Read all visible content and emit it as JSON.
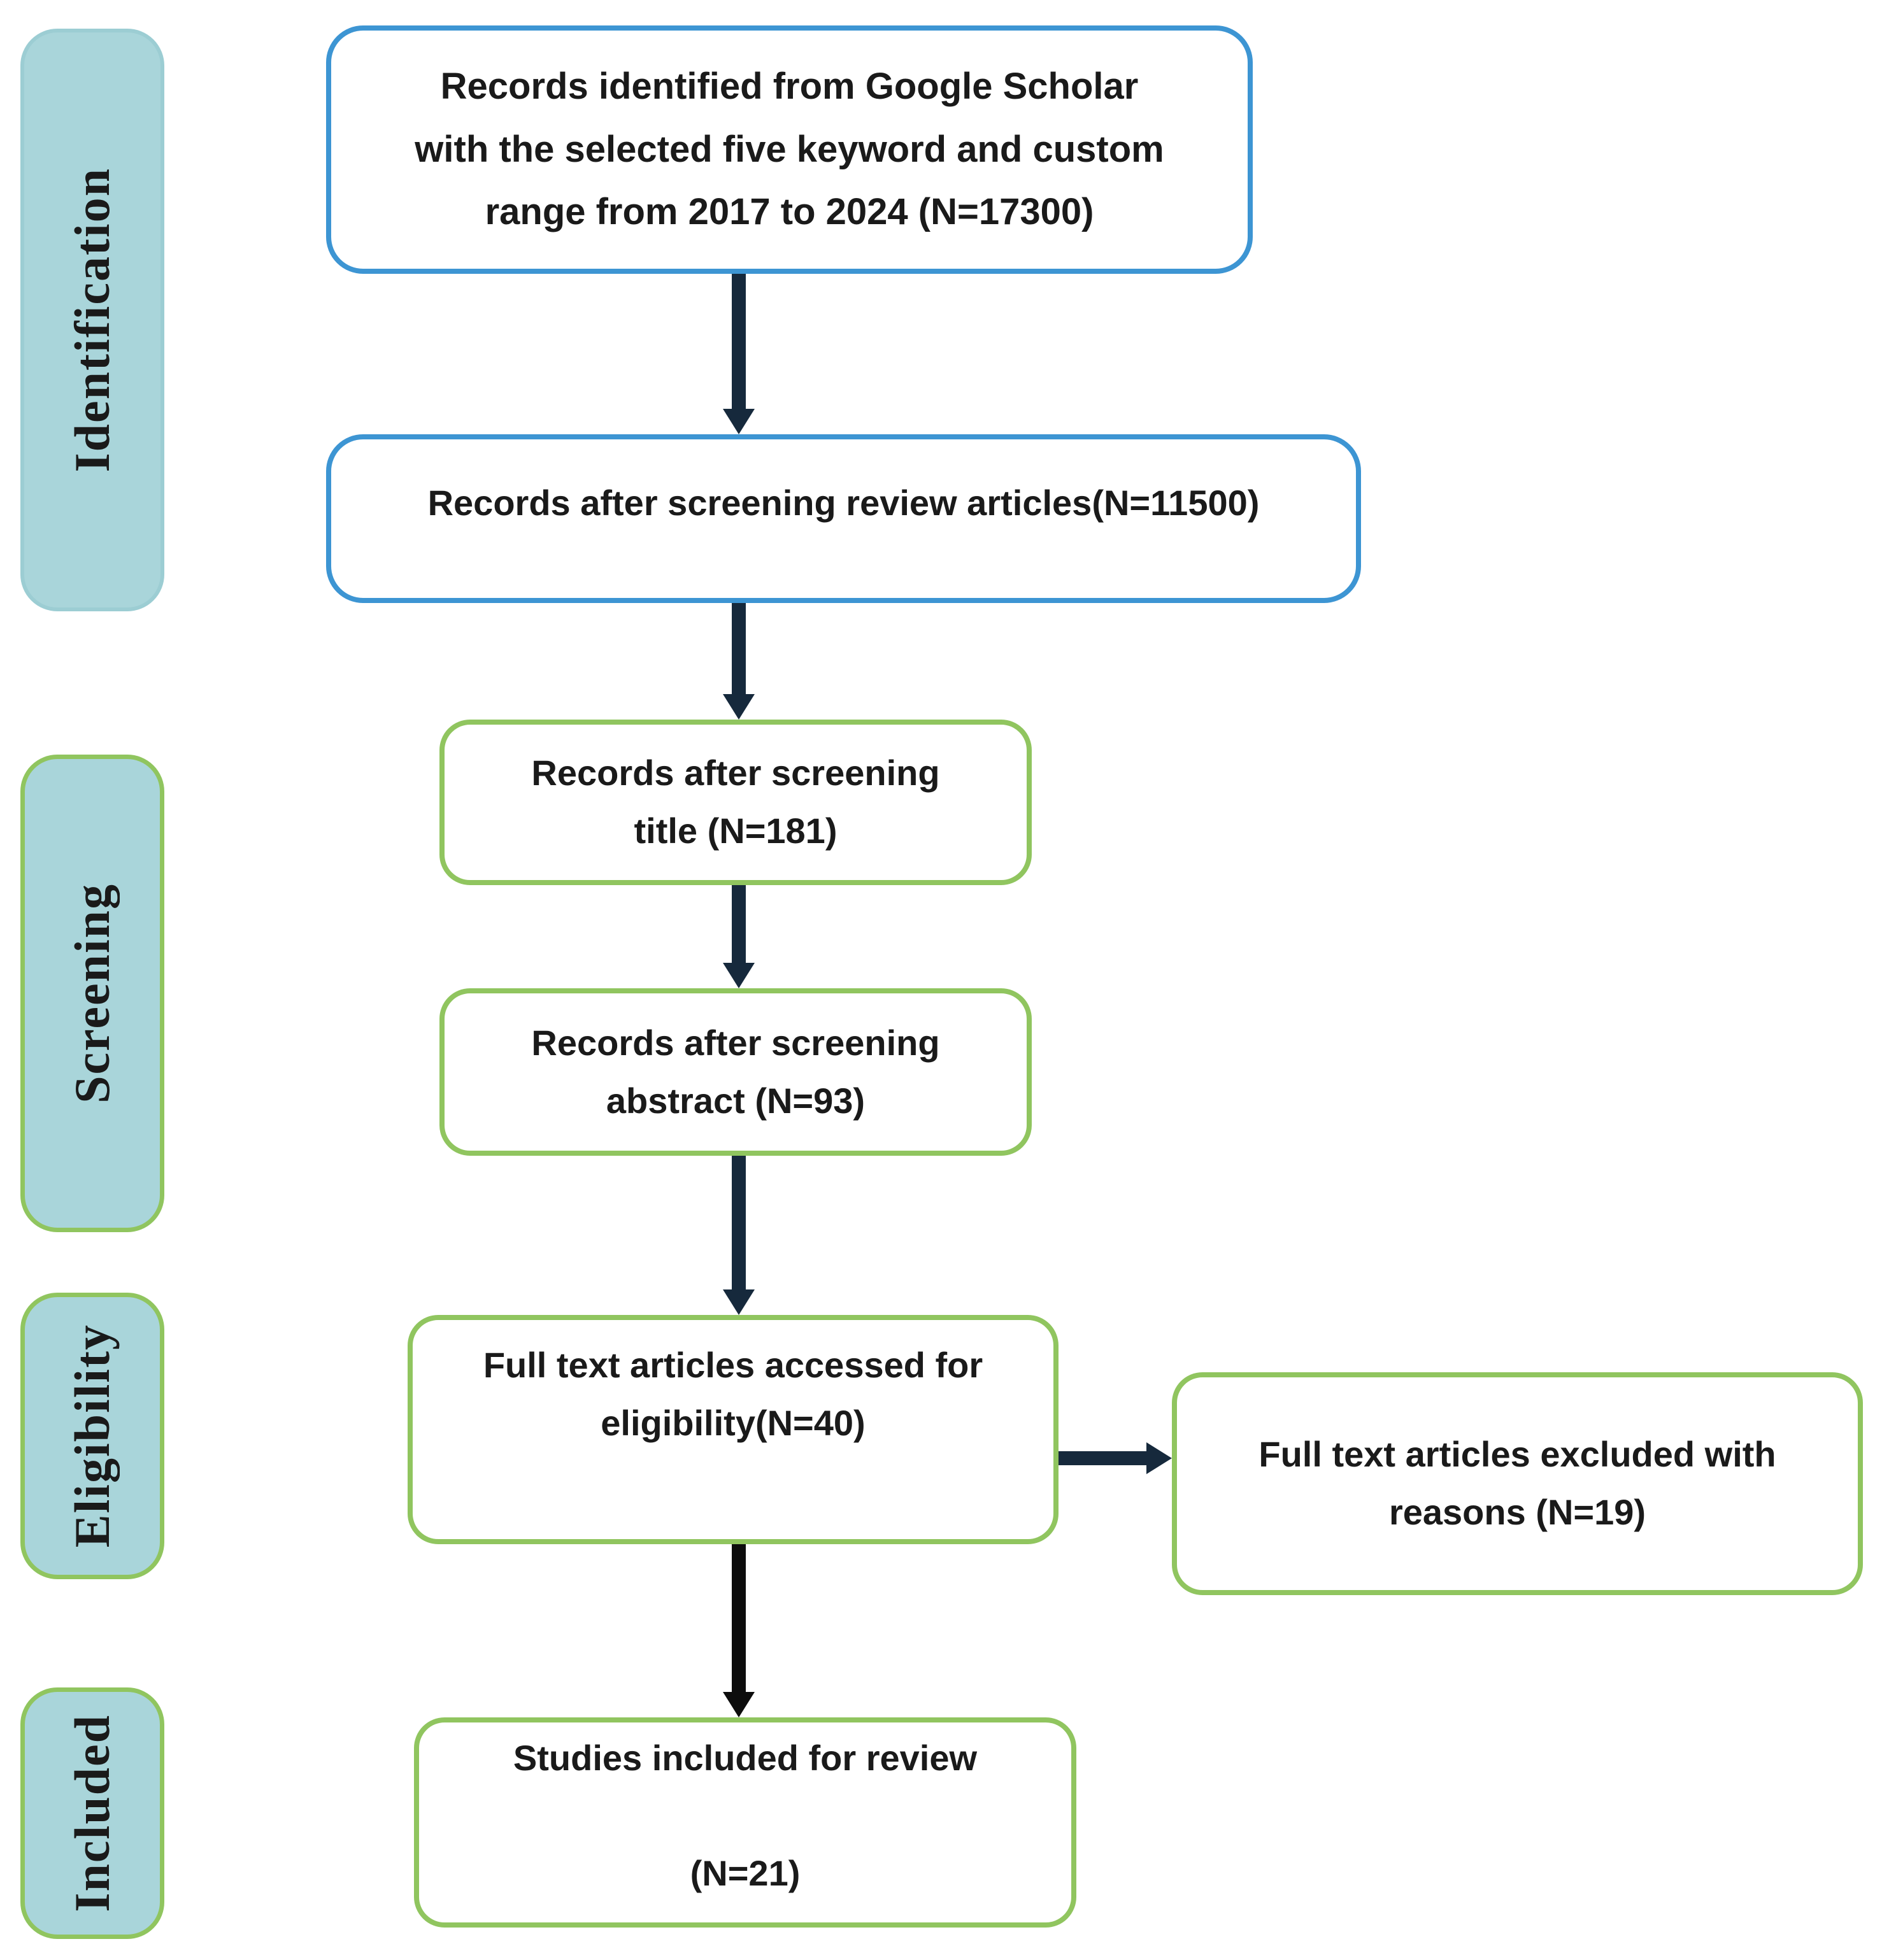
{
  "diagram": {
    "type": "prisma-flow-diagram",
    "stage_labels": [
      "Identification",
      "Screening",
      "Eligibility",
      "Included"
    ],
    "nodes": [
      {
        "text": "Records identified from Google Scholar\nwith the selected five keyword and custom\nrange from 2017 to 2024 (N=17300)",
        "count": 17300,
        "border": "blue"
      },
      {
        "text": "Records after screening review articles(N=11500)",
        "count": 11500,
        "border": "blue"
      },
      {
        "text": "Records after screening\ntitle (N=181)",
        "count": 181,
        "border": "green"
      },
      {
        "text": "Records after screening\nabstract (N=93)",
        "count": 93,
        "border": "green"
      },
      {
        "text": "Full text articles accessed for\neligibility(N=40)",
        "count": 40,
        "border": "green"
      },
      {
        "text": "Full text articles excluded with\nreasons (N=19)",
        "count": 19,
        "border": "green"
      },
      {
        "text": "Studies included for review\n\n(N=21)",
        "count": 21,
        "border": "green"
      }
    ],
    "flow": [
      [
        "identified",
        "after-review-screening"
      ],
      [
        "after-review-screening",
        "after-title-screening"
      ],
      [
        "after-title-screening",
        "after-abstract-screening"
      ],
      [
        "after-abstract-screening",
        "full-text-assessed"
      ],
      [
        "full-text-assessed",
        "full-text-excluded"
      ],
      [
        "full-text-assessed",
        "studies-included"
      ]
    ],
    "colors": {
      "blue_border": "#3d95d3",
      "green_border": "#90c55f",
      "stage_fill": "#a9d5da",
      "navy_arrow": "#16293c",
      "black_arrow": "#0d0d0d",
      "text": "#1a1a1a",
      "background": "#ffffff"
    }
  }
}
